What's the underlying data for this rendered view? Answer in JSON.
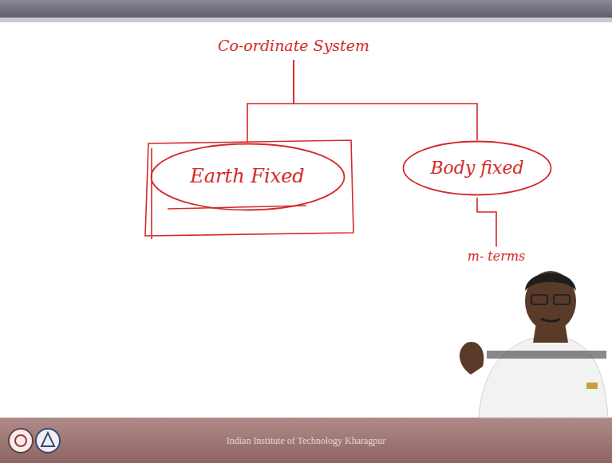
{
  "diagram": {
    "nodes": [
      {
        "text": [
          "Co-ordinate System"
        ]
      },
      {
        "text": [
          "Earth Fixed"
        ]
      },
      {
        "text": [
          "Body fixed"
        ]
      },
      {
        "text": [
          "m- terms"
        ]
      }
    ],
    "edges": [
      {
        "from": 0,
        "to": 1,
        "arrow": "none"
      },
      {
        "from": 0,
        "to": 2,
        "arrow": "none"
      },
      {
        "from": 2,
        "to": 3,
        "arrow": "none"
      }
    ],
    "labels": [
      "Indian Institute of Technology Kharagpur"
    ]
  }
}
